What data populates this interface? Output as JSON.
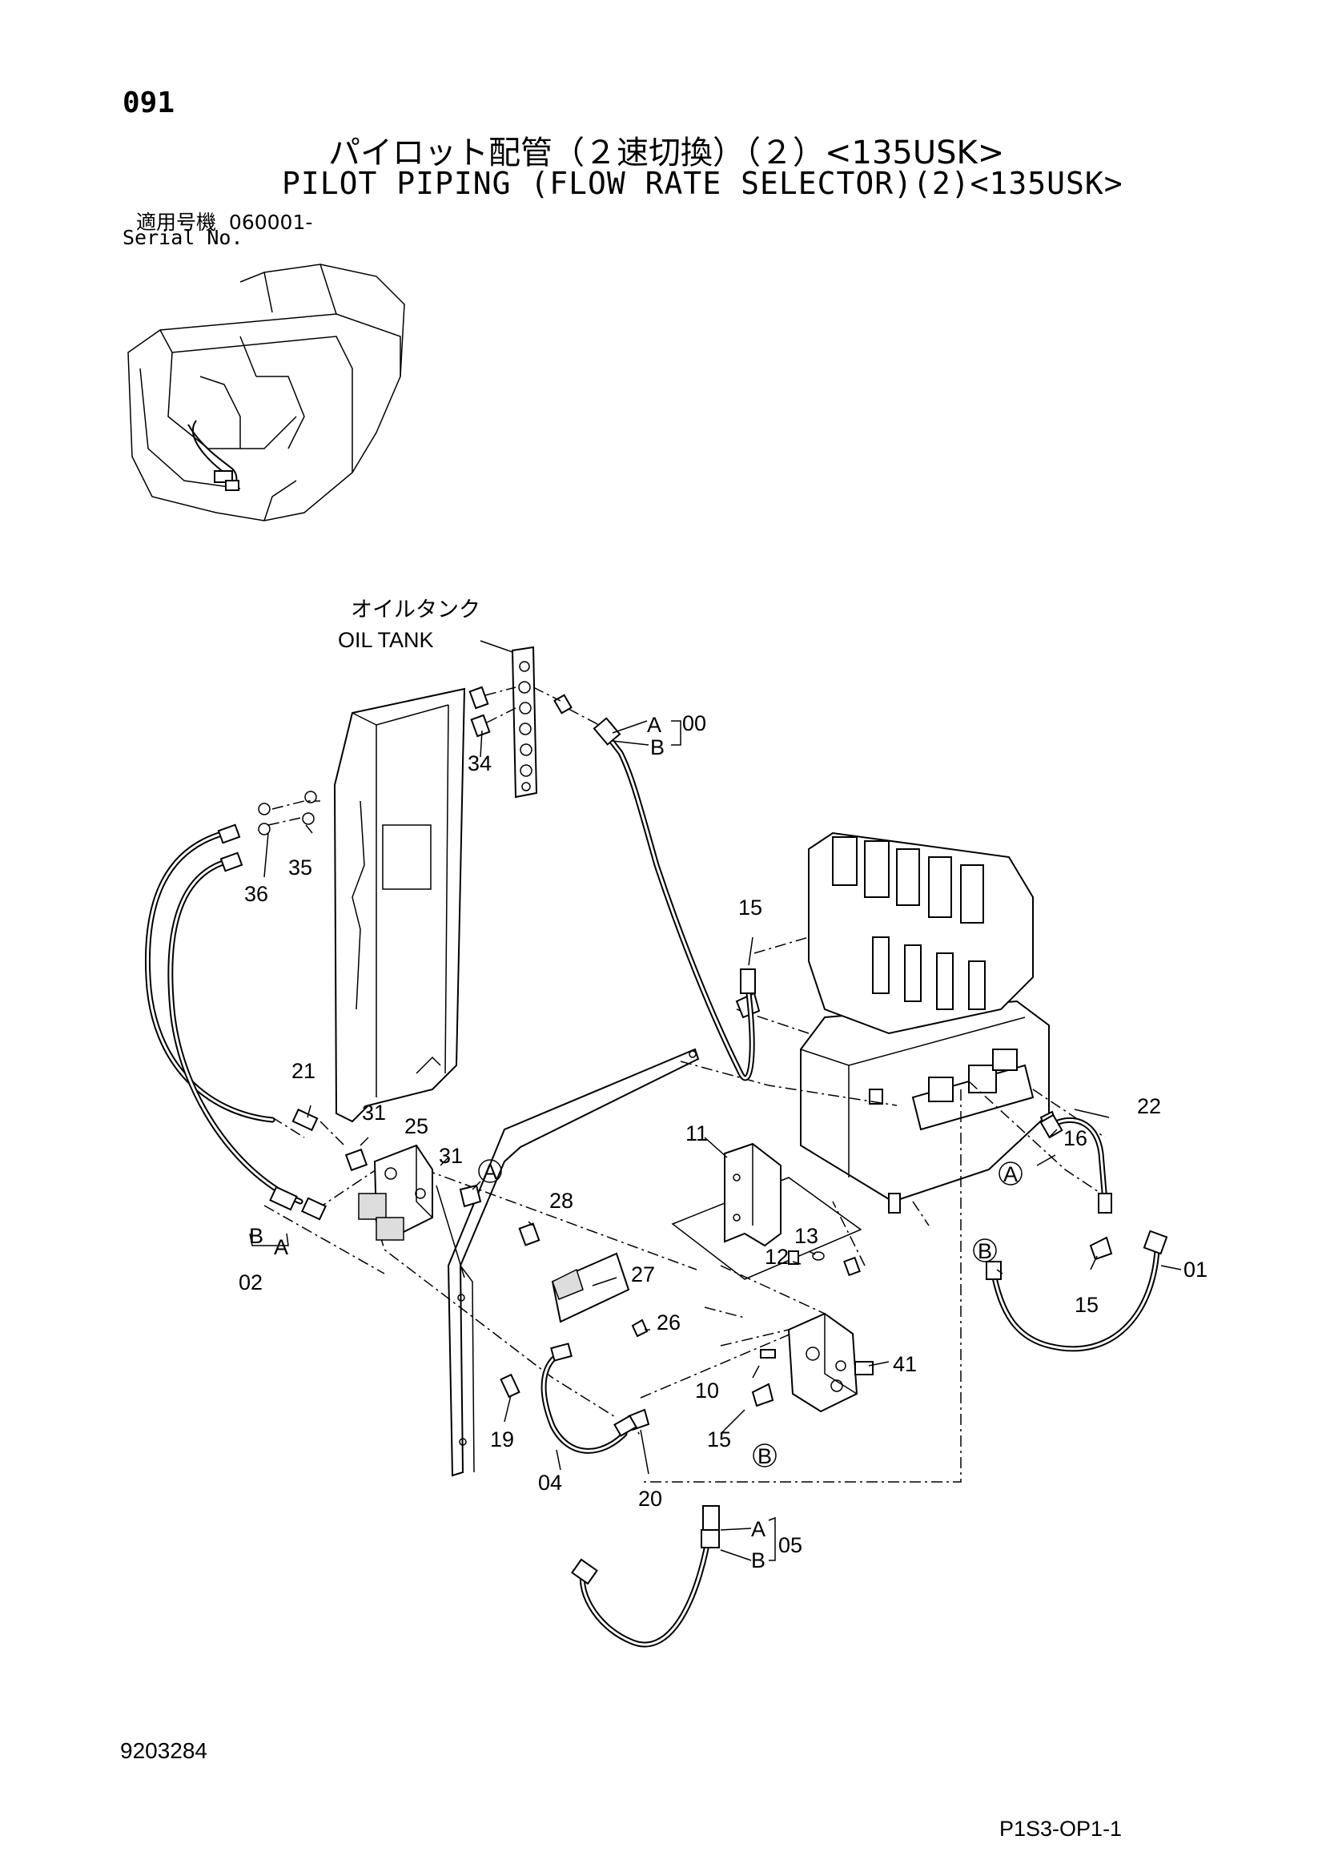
{
  "header": {
    "page_number": "091",
    "title_jp": "パイロット配管（２速切換）（２）<135USK>",
    "title_en": "PILOT PIPING (FLOW RATE SELECTOR)(2)<135USK>",
    "serial_label_jp": "適用号機",
    "serial_value": "060001-",
    "serial_label_en": "Serial No."
  },
  "callouts": {
    "oil_tank_jp": "オイルタンク",
    "oil_tank_en": "OIL TANK"
  },
  "parts": {
    "p00": "00",
    "p01": "01",
    "p02": "02",
    "p04": "04",
    "p05": "05",
    "p10": "10",
    "p11": "11",
    "p12": "12",
    "p13": "13",
    "p15a": "15",
    "p15b": "15",
    "p15c": "15",
    "p16": "16",
    "p19": "19",
    "p20": "20",
    "p21": "21",
    "p22": "22",
    "p25": "25",
    "p26": "26",
    "p27": "27",
    "p28": "28",
    "p31a": "31",
    "p31b": "31",
    "p34": "34",
    "p35": "35",
    "p36": "36",
    "p41": "41"
  },
  "connection_letters": {
    "a": "A",
    "b": "B"
  },
  "footer": {
    "document_number": "9203284",
    "sheet_code": "P1S3-OP1-1"
  }
}
